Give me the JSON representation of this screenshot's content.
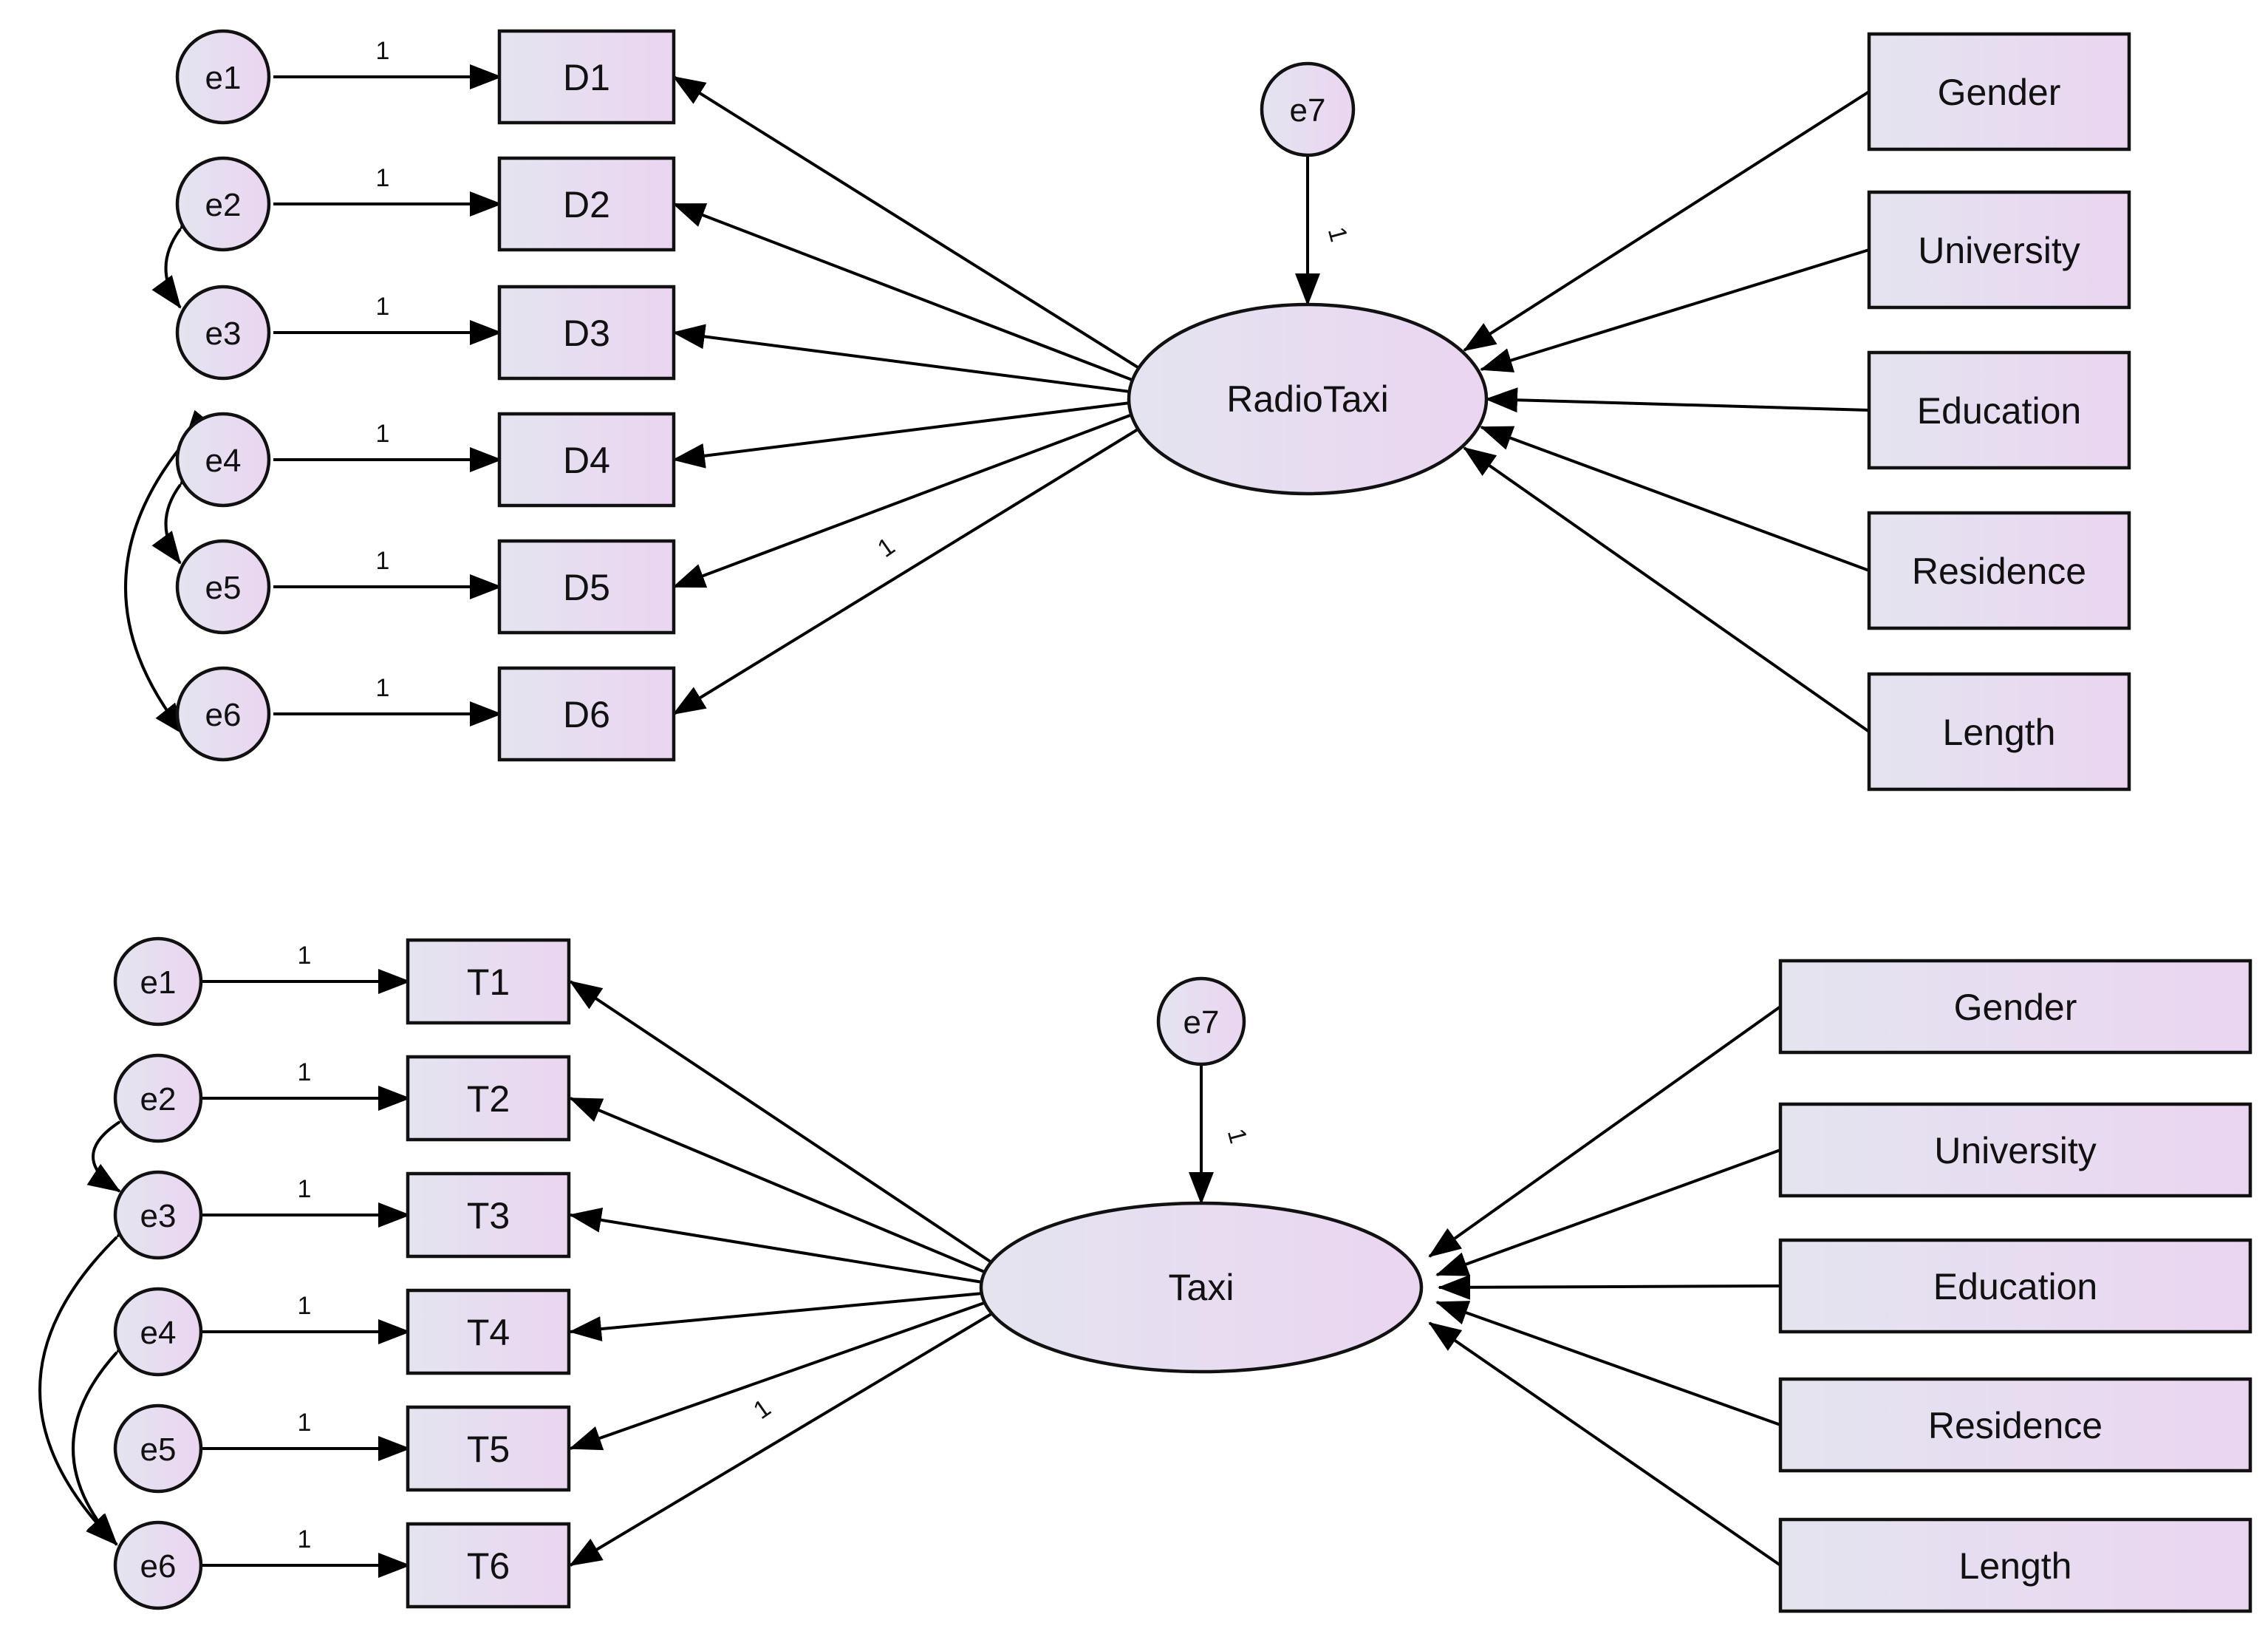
{
  "colors": {
    "fill_left": "#e4e4ef",
    "fill_right": "#ead5f1",
    "stroke": "#111111",
    "background": "#ffffff"
  },
  "fixed_label": "1",
  "models": [
    {
      "id": "radiotaxi",
      "latent": "RadioTaxi",
      "latent_error": "e7",
      "errors": [
        "e1",
        "e2",
        "e3",
        "e4",
        "e5",
        "e6"
      ],
      "indicators": [
        "D1",
        "D2",
        "D3",
        "D4",
        "D5",
        "D6"
      ],
      "predictors": [
        "Gender",
        "University",
        "Education",
        "Residence",
        "Length"
      ],
      "covariances": [
        [
          "e2",
          "e3"
        ],
        [
          "e4",
          "e5"
        ],
        [
          "e4",
          "e6"
        ]
      ],
      "fixed_loading_indicator": "D6"
    },
    {
      "id": "taxi",
      "latent": "Taxi",
      "latent_error": "e7",
      "errors": [
        "e1",
        "e2",
        "e3",
        "e4",
        "e5",
        "e6"
      ],
      "indicators": [
        "T1",
        "T2",
        "T3",
        "T4",
        "T5",
        "T6"
      ],
      "predictors": [
        "Gender",
        "University",
        "Education",
        "Residence",
        "Length"
      ],
      "covariances": [
        [
          "e2",
          "e3"
        ],
        [
          "e3",
          "e6"
        ],
        [
          "e4",
          "e6"
        ]
      ],
      "fixed_loading_indicator": "T6"
    }
  ]
}
